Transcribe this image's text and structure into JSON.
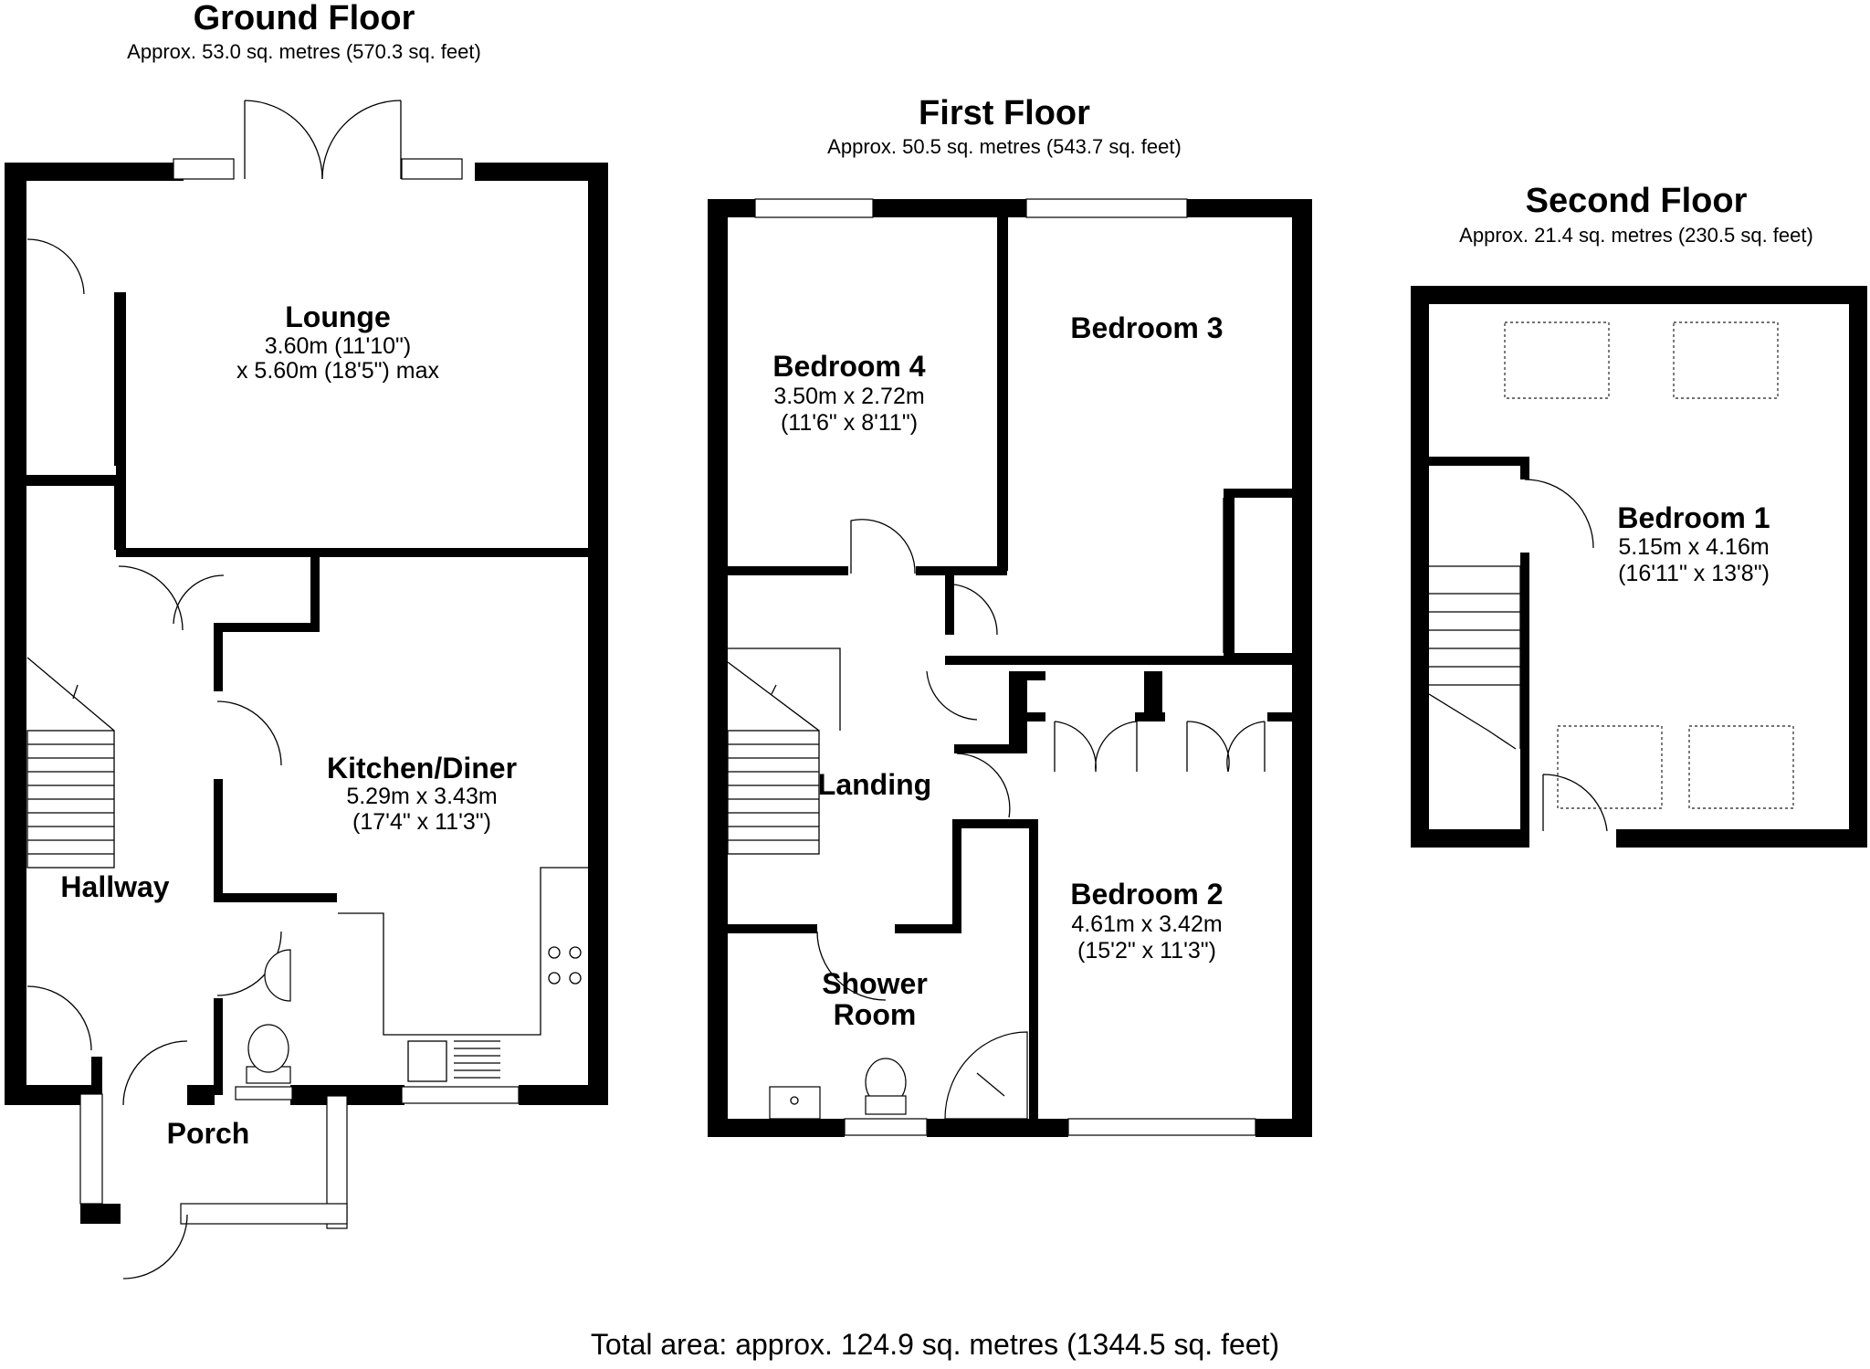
{
  "floors": {
    "ground": {
      "title": "Ground Floor",
      "area": "Approx. 53.0 sq. metres (570.3 sq. feet)",
      "rooms": {
        "lounge": {
          "name": "Lounge",
          "dim1": "3.60m (11'10\")",
          "dim2": "x 5.60m (18'5\") max"
        },
        "kitchen": {
          "name": "Kitchen/Diner",
          "dim1": "5.29m x 3.43m",
          "dim2": "(17'4\" x 11'3\")"
        },
        "hallway": {
          "name": "Hallway"
        },
        "porch": {
          "name": "Porch"
        }
      }
    },
    "first": {
      "title": "First Floor",
      "area": "Approx. 50.5 sq. metres (543.7 sq. feet)",
      "rooms": {
        "bedroom4": {
          "name": "Bedroom 4",
          "dim1": "3.50m x 2.72m",
          "dim2": "(11'6\" x 8'11\")"
        },
        "bedroom3": {
          "name": "Bedroom 3"
        },
        "landing": {
          "name": "Landing"
        },
        "shower": {
          "name1": "Shower",
          "name2": "Room"
        },
        "bedroom2": {
          "name": "Bedroom 2",
          "dim1": "4.61m x 3.42m",
          "dim2": "(15'2\" x 11'3\")"
        }
      }
    },
    "second": {
      "title": "Second Floor",
      "area": "Approx. 21.4 sq. metres (230.5 sq. feet)",
      "rooms": {
        "bedroom1": {
          "name": "Bedroom 1",
          "dim1": "5.15m x 4.16m",
          "dim2": "(16'11\" x 13'8\")"
        }
      }
    }
  },
  "total_area": "Total area: approx. 124.9 sq. metres (1344.5 sq. feet)"
}
